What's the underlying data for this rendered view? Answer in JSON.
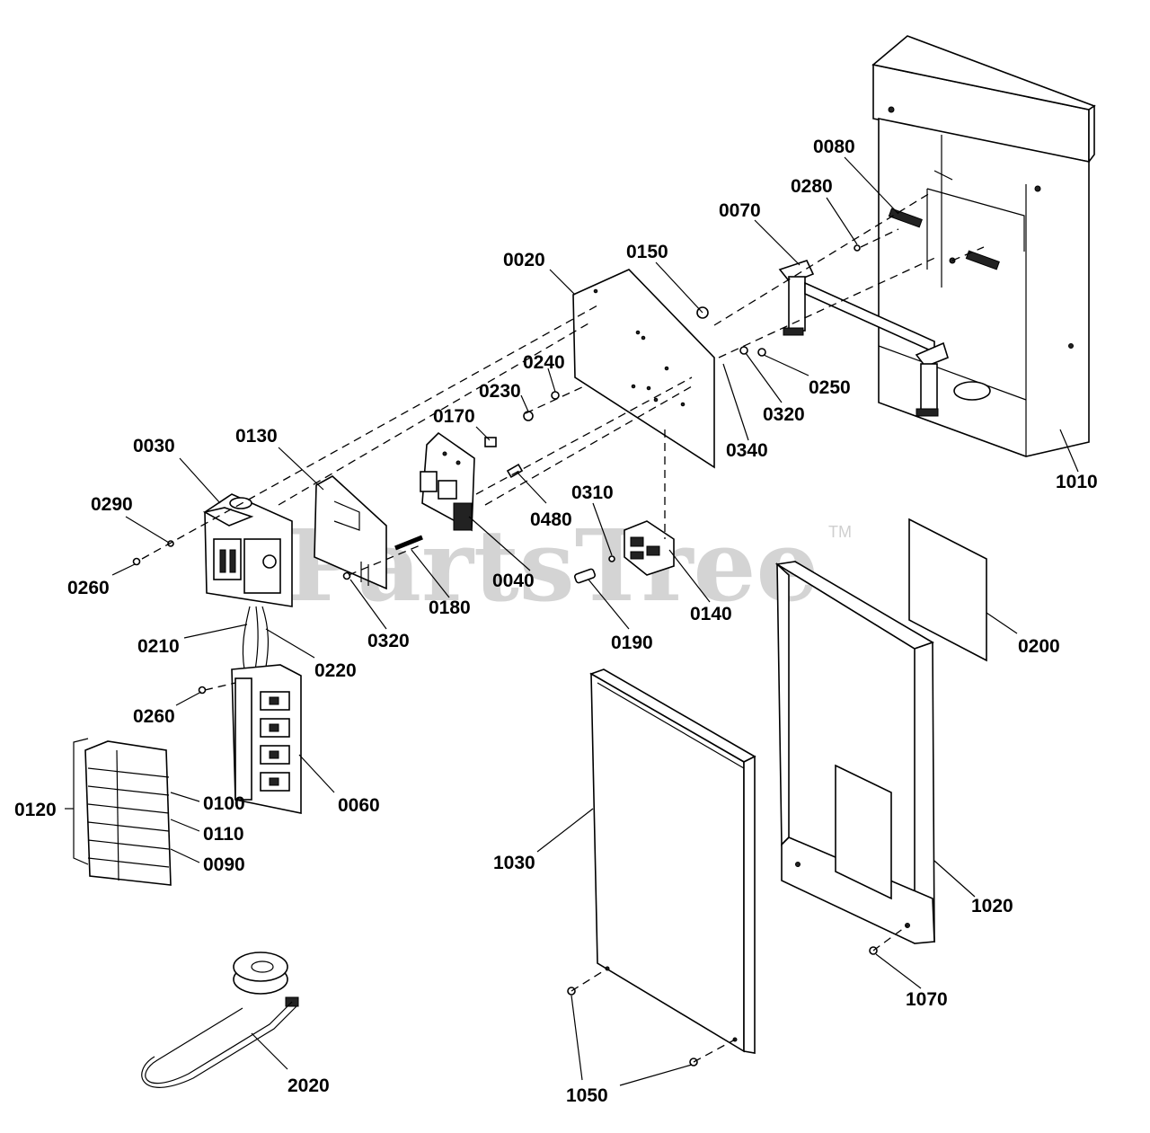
{
  "watermark": {
    "text": "PartsTree",
    "trademark": "TM"
  },
  "labels": {
    "p0020": "0020",
    "p0030": "0030",
    "p0040": "0040",
    "p0060": "0060",
    "p0070": "0070",
    "p0080": "0080",
    "p0090": "0090",
    "p0100": "0100",
    "p0110": "0110",
    "p0120": "0120",
    "p0130": "0130",
    "p0140": "0140",
    "p0150": "0150",
    "p0170": "0170",
    "p0180": "0180",
    "p0190": "0190",
    "p0200": "0200",
    "p0210": "0210",
    "p0220": "0220",
    "p0230": "0230",
    "p0240": "0240",
    "p0250": "0250",
    "p0260a": "0260",
    "p0260b": "0260",
    "p0280": "0280",
    "p0290": "0290",
    "p0310": "0310",
    "p0320a": "0320",
    "p0320b": "0320",
    "p0340": "0340",
    "p0480": "0480",
    "p1010": "1010",
    "p1020": "1020",
    "p1030": "1030",
    "p1050": "1050",
    "p1070": "1070",
    "p2020": "2020"
  }
}
